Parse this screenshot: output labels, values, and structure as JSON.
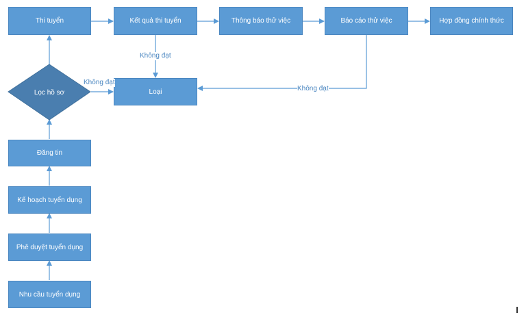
{
  "colors": {
    "node_fill": "#5B9BD5",
    "node_border": "#4A86C0",
    "arrow": "#5B9BD5",
    "label": "#4A86C0",
    "node_text": "#ffffff"
  },
  "nodes": {
    "thi_tuyen": "Thi tuyển",
    "ket_qua_thi_tuyen": "Kết quả thi tuyển",
    "thong_bao_thu_viec": "Thông báo thử việc",
    "bao_cao_thu_viec": "Báo cáo thử việc",
    "hop_dong_chinh_thuc": "Hợp đồng chính thức",
    "loc_ho_so": "Lọc hồ sơ",
    "loai": "Loại",
    "dang_tin": "Đăng tin",
    "ke_hoach_tuyen_dung": "Kế hoạch tuyển dụng",
    "phe_duyet_tuyen_dung": "Phê duyệt tuyển dụng",
    "nhu_cau_tuyen_dung": "Nhu cầu tuyển dụng"
  },
  "edge_labels": {
    "ket_qua_to_loai": "Không đạt",
    "loc_to_loai": "Không đạt",
    "bao_cao_to_loai": "Không đạt"
  }
}
